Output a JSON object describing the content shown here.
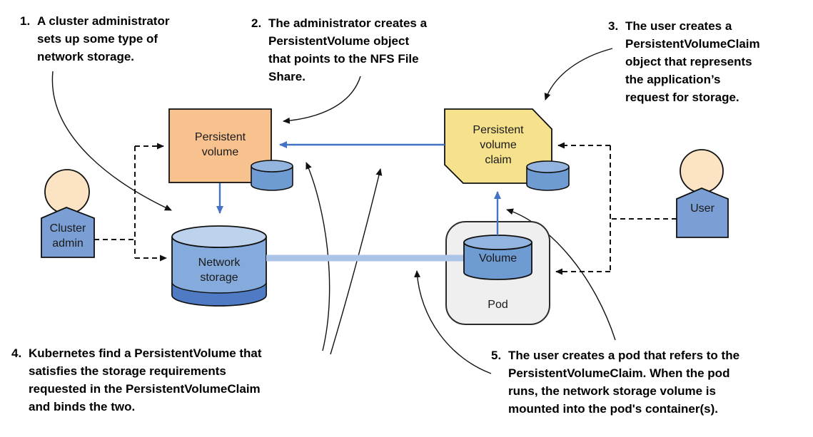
{
  "annotations": [
    {
      "num": "1.",
      "text": "A cluster administrator\nsets up some type of\nnetwork storage."
    },
    {
      "num": "2.",
      "text": "The administrator creates a\nPersistentVolume object\nthat points to the NFS File\nShare."
    },
    {
      "num": "3.",
      "text": "The user creates a\nPersistentVolumeClaim\nobject that represents\nthe application’s\nrequest for storage."
    },
    {
      "num": "4.",
      "text": "Kubernetes find a PersistentVolume that\nsatisfies the storage requirements\nrequested in the PersistentVolumeClaim\nand binds the two."
    },
    {
      "num": "5.",
      "text": "The user creates a pod that refers to the\nPersistentVolumeClaim. When the pod\nruns, the network storage volume is\nmounted into the pod's container(s)."
    }
  ],
  "nodes": {
    "persistent_volume": "Persistent\nvolume",
    "persistent_volume_claim": "Persistent\nvolume\nclaim",
    "network_storage": "Network\nstorage",
    "volume": "Volume",
    "pod": "Pod",
    "cluster_admin": "Cluster\nadmin",
    "user": "User"
  },
  "colors": {
    "pv_fill": "#F8C28E",
    "pvc_fill": "#F6E18D",
    "cylinder_fill": "#6F9BD3",
    "cylinder_top": "#92B4DE",
    "storage_fill": "#85ABDC",
    "storage_top": "#BDD2EC",
    "storage_band": "#4E7BC4",
    "pod_fill": "#EFEFEF",
    "person_body": "#7B9FD4",
    "person_head": "#FBE3C4",
    "connector_blue": "#4472C4",
    "mount_band": "#ABC4E8"
  }
}
